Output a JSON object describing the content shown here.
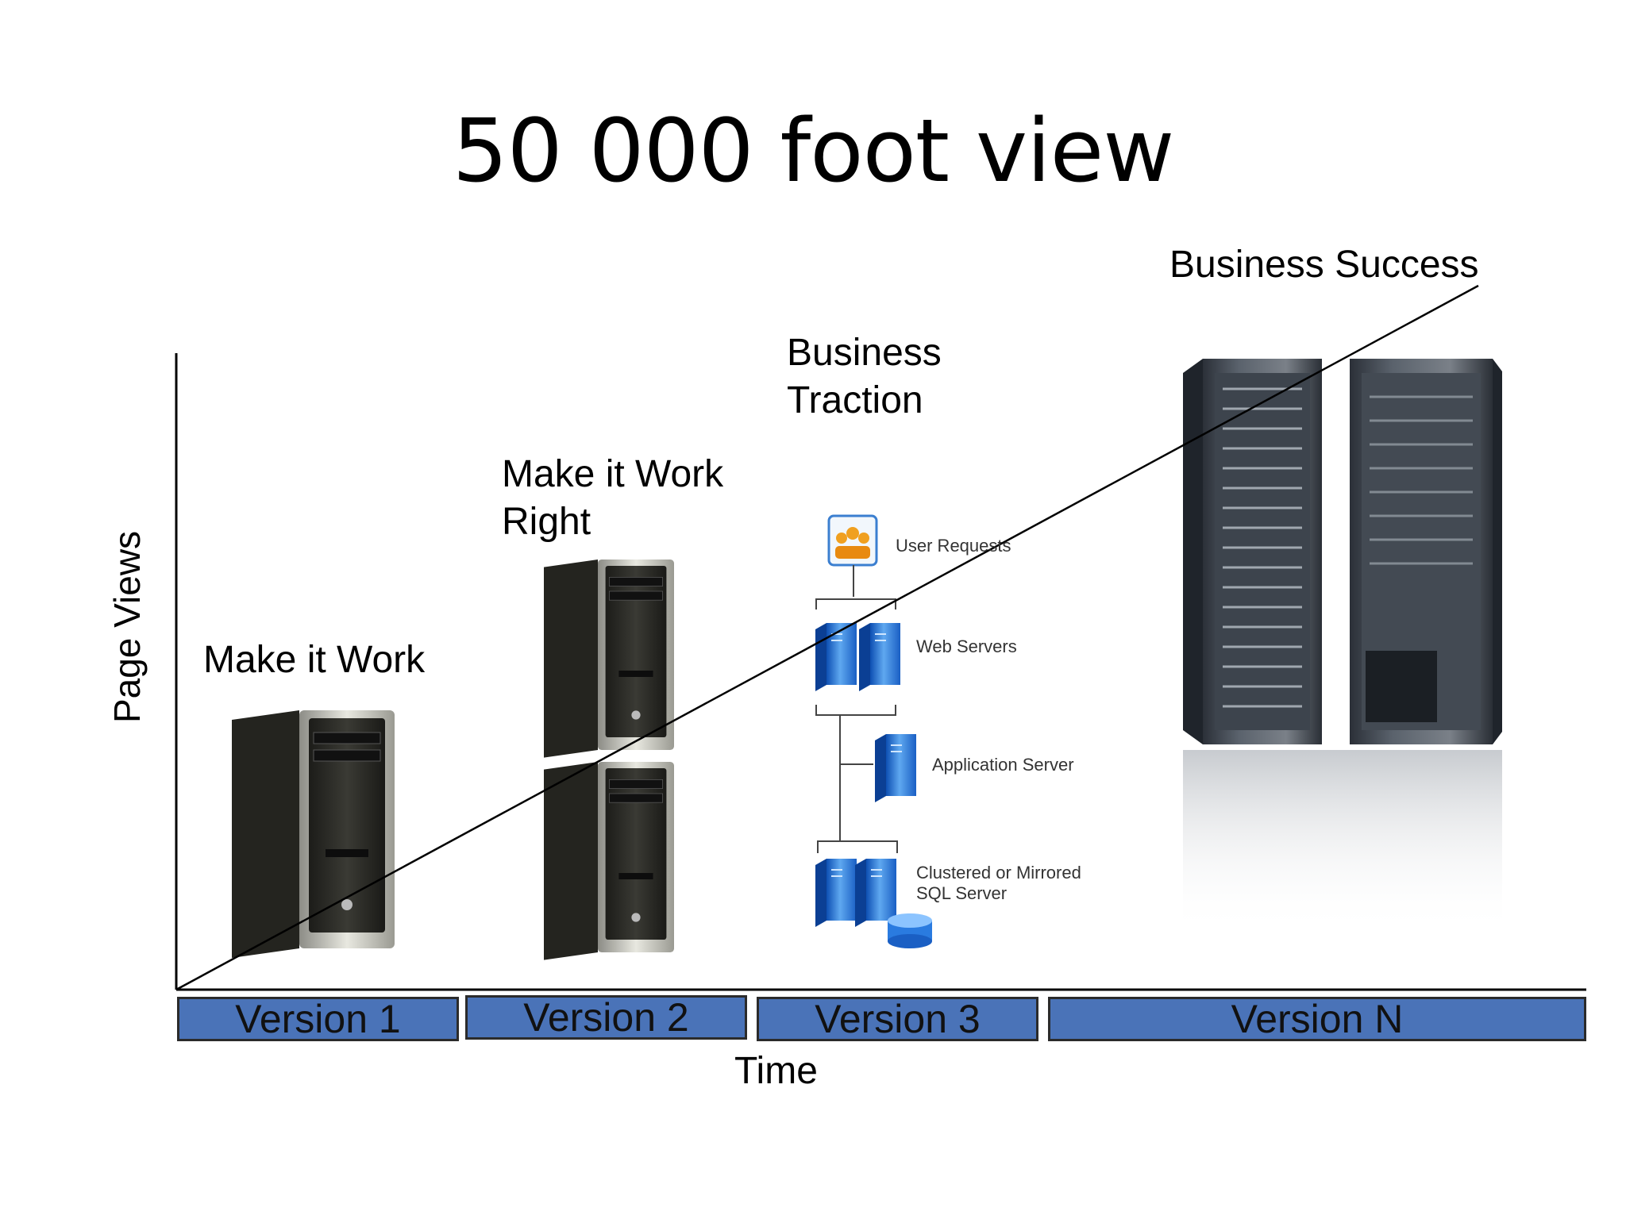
{
  "title": "50 000 foot view",
  "axes": {
    "y_label": "Page Views",
    "x_label": "Time"
  },
  "stages": [
    {
      "label_line1": "Make it Work",
      "label_line2": ""
    },
    {
      "label_line1": "Make it Work",
      "label_line2": "Right"
    },
    {
      "label_line1": "Business",
      "label_line2": "Traction"
    },
    {
      "label_line1": "Business Success",
      "label_line2": ""
    }
  ],
  "versions": [
    "Version 1",
    "Version 2",
    "Version 3",
    "Version N"
  ],
  "architecture": {
    "user_requests": "User Requests",
    "web_servers": "Web Servers",
    "app_server": "Application Server",
    "sql_line1": "Clustered or Mirrored",
    "sql_line2": "SQL Server"
  },
  "colors": {
    "version_box": "#4a73b8",
    "server_blue": "#1f6fd1",
    "tower_dark": "#2a2a26"
  },
  "icons": [
    "tower-pc-icon",
    "blue-server-icon",
    "users-icon",
    "database-icon",
    "server-rack-icon"
  ]
}
